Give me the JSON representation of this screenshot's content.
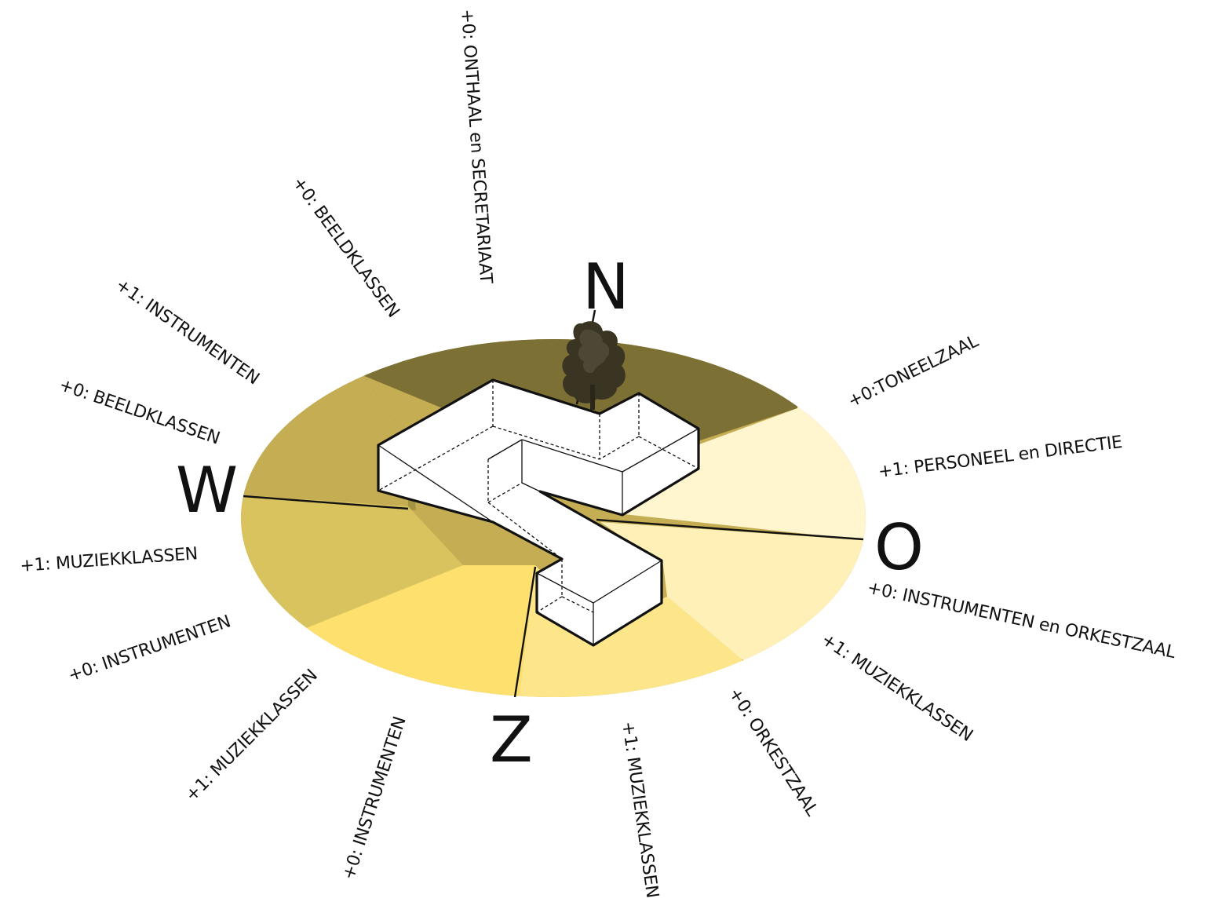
{
  "compass": {
    "north": "N",
    "east": "O",
    "south": "Z",
    "west": "W"
  },
  "labels": {
    "onthaal": "+0: ONTHAAL en SECRETARIAAT",
    "beeld_top": "+0: BEELDKLASSEN",
    "instr_nw": "+1: INSTRUMENTEN",
    "beeld_w": "+0: BEELDKLASSEN",
    "muziek_w": "+1: MUZIEKKLASSEN",
    "instr_sw": "+0: INSTRUMENTEN",
    "muziek_sw": "+1: MUZIEKKLASSEN",
    "instr_s": "+0: INSTRUMENTEN",
    "muziek_s": "+1: MUZIEKKLASSEN",
    "orkest_s": "+0: ORKESTZAAL",
    "muziek_se": "+1: MUZIEKKLASSEN",
    "instr_orkest_e": "+0: INSTRUMENTEN en ORKESTZAAL",
    "personeel_e": "+1: PERSONEEL en DIRECTIE",
    "toneel_ne": "+0:TONEELZAAL"
  },
  "sector_colors": {
    "north": "#7d7035",
    "north_west": "#a39444",
    "west_upper": "#c4ad52",
    "west_lower": "#d9c35e",
    "south_west": "#fde06d",
    "south": "#fde68a",
    "east_lower": "#fef0b6",
    "east_upper": "#fff5cf"
  },
  "icons": {
    "tree": "tree-icon",
    "building": "building-volume"
  }
}
